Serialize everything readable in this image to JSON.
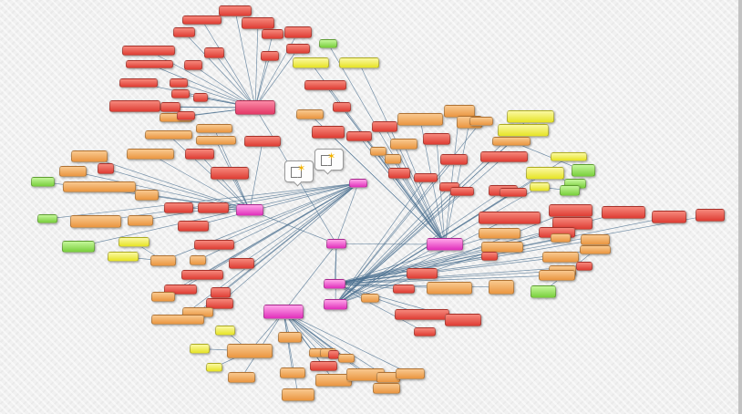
{
  "nodes": [
    {
      "id": "root",
      "cls": "p",
      "text": ""
    },
    {
      "id": "n1",
      "cls": "rp",
      "text": ""
    },
    {
      "id": "n2",
      "cls": "p",
      "text": ""
    },
    {
      "id": "n3",
      "cls": "p",
      "text": ""
    },
    {
      "id": "n4",
      "cls": "p",
      "text": ""
    },
    {
      "id": "n5",
      "cls": "p",
      "text": ""
    },
    {
      "id": "n6",
      "cls": "p",
      "text": ""
    },
    {
      "id": "n7",
      "cls": "p",
      "text": ""
    },
    {
      "id": "a1",
      "cls": "r",
      "text": ""
    },
    {
      "id": "a2",
      "cls": "r",
      "text": ""
    },
    {
      "id": "a3",
      "cls": "r",
      "text": ""
    },
    {
      "id": "a4",
      "cls": "r",
      "text": ""
    },
    {
      "id": "a5",
      "cls": "r",
      "text": ""
    },
    {
      "id": "a6",
      "cls": "r",
      "text": ""
    },
    {
      "id": "a7",
      "cls": "r",
      "text": ""
    },
    {
      "id": "a8",
      "cls": "r",
      "text": ""
    },
    {
      "id": "a9",
      "cls": "r",
      "text": ""
    },
    {
      "id": "a10",
      "cls": "r",
      "text": ""
    },
    {
      "id": "a11",
      "cls": "r",
      "text": ""
    },
    {
      "id": "a12",
      "cls": "r",
      "text": ""
    },
    {
      "id": "a13",
      "cls": "r",
      "text": ""
    },
    {
      "id": "a14",
      "cls": "r",
      "text": ""
    },
    {
      "id": "a15",
      "cls": "r",
      "text": ""
    },
    {
      "id": "a16",
      "cls": "r",
      "text": ""
    },
    {
      "id": "a17",
      "cls": "r",
      "text": ""
    },
    {
      "id": "a18",
      "cls": "r",
      "text": ""
    },
    {
      "id": "a19",
      "cls": "o",
      "text": ""
    },
    {
      "id": "a20",
      "cls": "r",
      "text": ""
    },
    {
      "id": "b1",
      "cls": "o",
      "text": ""
    },
    {
      "id": "b2",
      "cls": "o",
      "text": ""
    },
    {
      "id": "b3",
      "cls": "o",
      "text": ""
    },
    {
      "id": "b4",
      "cls": "r",
      "text": ""
    },
    {
      "id": "b5",
      "cls": "r",
      "text": ""
    },
    {
      "id": "b6",
      "cls": "o",
      "text": ""
    },
    {
      "id": "b7",
      "cls": "r",
      "text": ""
    },
    {
      "id": "b8",
      "cls": "o",
      "text": ""
    },
    {
      "id": "b9",
      "cls": "r",
      "text": ""
    },
    {
      "id": "b10",
      "cls": "g",
      "text": ""
    },
    {
      "id": "b11",
      "cls": "o",
      "text": ""
    },
    {
      "id": "b12",
      "cls": "o",
      "text": ""
    },
    {
      "id": "b13",
      "cls": "o",
      "text": ""
    },
    {
      "id": "b14",
      "cls": "r",
      "text": ""
    },
    {
      "id": "b15",
      "cls": "r",
      "text": ""
    },
    {
      "id": "c1",
      "cls": "g",
      "text": ""
    },
    {
      "id": "c2",
      "cls": "o",
      "text": ""
    },
    {
      "id": "c3",
      "cls": "o",
      "text": ""
    },
    {
      "id": "c4",
      "cls": "r",
      "text": ""
    },
    {
      "id": "c5",
      "cls": "r",
      "text": ""
    },
    {
      "id": "c6",
      "cls": "g",
      "text": ""
    },
    {
      "id": "c7",
      "cls": "y",
      "text": ""
    },
    {
      "id": "c8",
      "cls": "y",
      "text": ""
    },
    {
      "id": "c9",
      "cls": "o",
      "text": ""
    },
    {
      "id": "c10",
      "cls": "o",
      "text": ""
    },
    {
      "id": "c11",
      "cls": "r",
      "text": ""
    },
    {
      "id": "c12",
      "cls": "r",
      "text": ""
    },
    {
      "id": "c13",
      "cls": "r",
      "text": ""
    },
    {
      "id": "c14",
      "cls": "o",
      "text": ""
    },
    {
      "id": "c15",
      "cls": "r",
      "text": ""
    },
    {
      "id": "c16",
      "cls": "r",
      "text": ""
    },
    {
      "id": "c17",
      "cls": "o",
      "text": ""
    },
    {
      "id": "c18",
      "cls": "o",
      "text": ""
    },
    {
      "id": "d1",
      "cls": "o",
      "text": ""
    },
    {
      "id": "d2",
      "cls": "y",
      "text": ""
    },
    {
      "id": "d3",
      "cls": "y",
      "text": ""
    },
    {
      "id": "d4",
      "cls": "y",
      "text": ""
    },
    {
      "id": "d5",
      "cls": "o",
      "text": ""
    },
    {
      "id": "d6",
      "cls": "o",
      "text": ""
    },
    {
      "id": "d7",
      "cls": "o",
      "text": ""
    },
    {
      "id": "d8",
      "cls": "o",
      "text": ""
    },
    {
      "id": "d9",
      "cls": "r",
      "text": ""
    },
    {
      "id": "d10",
      "cls": "o",
      "text": ""
    },
    {
      "id": "d11",
      "cls": "o",
      "text": ""
    },
    {
      "id": "d12",
      "cls": "o",
      "text": ""
    },
    {
      "id": "d13",
      "cls": "r",
      "text": ""
    },
    {
      "id": "d14",
      "cls": "o",
      "text": ""
    },
    {
      "id": "d15",
      "cls": "o",
      "text": ""
    },
    {
      "id": "d16",
      "cls": "o",
      "text": ""
    },
    {
      "id": "d17",
      "cls": "o",
      "text": ""
    },
    {
      "id": "d18",
      "cls": "o",
      "text": ""
    },
    {
      "id": "e1",
      "cls": "g",
      "text": ""
    },
    {
      "id": "e2",
      "cls": "y",
      "text": ""
    },
    {
      "id": "e3",
      "cls": "y",
      "text": ""
    },
    {
      "id": "e4",
      "cls": "r",
      "text": ""
    },
    {
      "id": "e5",
      "cls": "o",
      "text": ""
    },
    {
      "id": "e6",
      "cls": "r",
      "text": ""
    },
    {
      "id": "e7",
      "cls": "r",
      "text": ""
    },
    {
      "id": "e8",
      "cls": "r",
      "text": ""
    },
    {
      "id": "e9",
      "cls": "r",
      "text": ""
    },
    {
      "id": "e10",
      "cls": "o",
      "text": ""
    },
    {
      "id": "e11",
      "cls": "o",
      "text": ""
    },
    {
      "id": "e12",
      "cls": "o",
      "text": ""
    },
    {
      "id": "e13",
      "cls": "r",
      "text": ""
    },
    {
      "id": "e14",
      "cls": "o",
      "text": ""
    },
    {
      "id": "e15",
      "cls": "o",
      "text": ""
    },
    {
      "id": "e16",
      "cls": "r",
      "text": ""
    },
    {
      "id": "e17",
      "cls": "o",
      "text": ""
    },
    {
      "id": "f1",
      "cls": "y",
      "text": ""
    },
    {
      "id": "f2",
      "cls": "y",
      "text": ""
    },
    {
      "id": "f3",
      "cls": "o",
      "text": ""
    },
    {
      "id": "f4",
      "cls": "o",
      "text": ""
    },
    {
      "id": "f5",
      "cls": "g",
      "text": ""
    },
    {
      "id": "f6",
      "cls": "r",
      "text": ""
    },
    {
      "id": "f7",
      "cls": "r",
      "text": ""
    },
    {
      "id": "f8",
      "cls": "r",
      "text": ""
    },
    {
      "id": "f9",
      "cls": "r",
      "text": ""
    },
    {
      "id": "f10",
      "cls": "r",
      "text": ""
    },
    {
      "id": "f11",
      "cls": "y",
      "text": ""
    },
    {
      "id": "f12",
      "cls": "y",
      "text": ""
    },
    {
      "id": "f13",
      "cls": "g",
      "text": ""
    },
    {
      "id": "f14",
      "cls": "r",
      "text": ""
    },
    {
      "id": "f15",
      "cls": "r",
      "text": ""
    },
    {
      "id": "f16",
      "cls": "g",
      "text": ""
    },
    {
      "id": "f17",
      "cls": "y",
      "text": ""
    },
    {
      "id": "f18",
      "cls": "r",
      "text": ""
    },
    {
      "id": "f19",
      "cls": "r",
      "text": ""
    },
    {
      "id": "f20",
      "cls": "r",
      "text": ""
    },
    {
      "id": "g1",
      "cls": "r",
      "text": ""
    },
    {
      "id": "g2",
      "cls": "r",
      "text": ""
    },
    {
      "id": "g3",
      "cls": "r",
      "text": ""
    },
    {
      "id": "g4",
      "cls": "o",
      "text": ""
    },
    {
      "id": "g5",
      "cls": "o",
      "text": ""
    },
    {
      "id": "g6",
      "cls": "r",
      "text": ""
    },
    {
      "id": "g7",
      "cls": "o",
      "text": ""
    },
    {
      "id": "g8",
      "cls": "o",
      "text": ""
    },
    {
      "id": "g9",
      "cls": "o",
      "text": ""
    },
    {
      "id": "g10",
      "cls": "o",
      "text": ""
    },
    {
      "id": "g11",
      "cls": "o",
      "text": ""
    },
    {
      "id": "g12",
      "cls": "g",
      "text": ""
    },
    {
      "id": "g13",
      "cls": "r",
      "text": ""
    },
    {
      "id": "g14",
      "cls": "o",
      "text": ""
    },
    {
      "id": "g15",
      "cls": "r",
      "text": ""
    },
    {
      "id": "g16",
      "cls": "o",
      "text": ""
    },
    {
      "id": "g17",
      "cls": "r",
      "text": ""
    },
    {
      "id": "g18",
      "cls": "o",
      "text": ""
    },
    {
      "id": "g19",
      "cls": "o",
      "text": ""
    },
    {
      "id": "g20",
      "cls": "r",
      "text": ""
    },
    {
      "id": "g21",
      "cls": "r",
      "text": ""
    },
    {
      "id": "g22",
      "cls": "r",
      "text": ""
    },
    {
      "id": "g23",
      "cls": "r",
      "text": ""
    }
  ],
  "edges": [
    [
      "root",
      "n1"
    ],
    [
      "root",
      "n2"
    ],
    [
      "root",
      "n3"
    ],
    [
      "root",
      "n4"
    ],
    [
      "root",
      "n5"
    ],
    [
      "root",
      "n6"
    ],
    [
      "root",
      "n7"
    ],
    [
      "n1",
      "a1"
    ],
    [
      "n1",
      "a2"
    ],
    [
      "n1",
      "a3"
    ],
    [
      "n1",
      "a4"
    ],
    [
      "n1",
      "a5"
    ],
    [
      "n1",
      "a6"
    ],
    [
      "n1",
      "a7"
    ],
    [
      "n1",
      "a8"
    ],
    [
      "n1",
      "a9"
    ],
    [
      "n1",
      "a10"
    ],
    [
      "n1",
      "a11"
    ],
    [
      "n1",
      "a12"
    ],
    [
      "n1",
      "a13"
    ],
    [
      "n1",
      "a14"
    ],
    [
      "n1",
      "a15"
    ],
    [
      "n1",
      "a16"
    ],
    [
      "n1",
      "a17"
    ],
    [
      "n1",
      "a18"
    ],
    [
      "n1",
      "a19"
    ],
    [
      "n1",
      "a20"
    ],
    [
      "n2",
      "b1"
    ],
    [
      "n2",
      "b2"
    ],
    [
      "n2",
      "b3"
    ],
    [
      "n2",
      "b4"
    ],
    [
      "n2",
      "b5"
    ],
    [
      "n2",
      "b6"
    ],
    [
      "n2",
      "b7"
    ],
    [
      "n2",
      "b8"
    ],
    [
      "n2",
      "b9"
    ],
    [
      "n2",
      "b11"
    ],
    [
      "n2",
      "b12"
    ],
    [
      "n2",
      "b13"
    ],
    [
      "n2",
      "b14"
    ],
    [
      "n2",
      "b15"
    ],
    [
      "b13",
      "b10"
    ],
    [
      "n3",
      "c1"
    ],
    [
      "n3",
      "c2"
    ],
    [
      "n3",
      "c3"
    ],
    [
      "n3",
      "c4"
    ],
    [
      "n3",
      "c5"
    ],
    [
      "n3",
      "c6"
    ],
    [
      "n3",
      "c9"
    ],
    [
      "n3",
      "c10"
    ],
    [
      "n3",
      "c11"
    ],
    [
      "n3",
      "c12"
    ],
    [
      "n3",
      "c13"
    ],
    [
      "n3",
      "c14"
    ],
    [
      "n3",
      "c15"
    ],
    [
      "n3",
      "c16"
    ],
    [
      "n3",
      "c17"
    ],
    [
      "n3",
      "c18"
    ],
    [
      "c9",
      "c7"
    ],
    [
      "c9",
      "c8"
    ],
    [
      "n4",
      "d1"
    ],
    [
      "n4",
      "d5"
    ],
    [
      "n4",
      "d6"
    ],
    [
      "n4",
      "d7"
    ],
    [
      "n4",
      "d8"
    ],
    [
      "n4",
      "d9"
    ],
    [
      "n4",
      "d10"
    ],
    [
      "n4",
      "d11"
    ],
    [
      "n4",
      "d12"
    ],
    [
      "n4",
      "d13"
    ],
    [
      "n4",
      "d14"
    ],
    [
      "n4",
      "d15"
    ],
    [
      "n4",
      "d16"
    ],
    [
      "n4",
      "d17"
    ],
    [
      "n4",
      "d18"
    ],
    [
      "d1",
      "d2"
    ],
    [
      "d1",
      "d3"
    ],
    [
      "d1",
      "d4"
    ],
    [
      "n5",
      "e1"
    ],
    [
      "n5",
      "e2"
    ],
    [
      "n5",
      "e3"
    ],
    [
      "n5",
      "e4"
    ],
    [
      "n5",
      "e5"
    ],
    [
      "n5",
      "e6"
    ],
    [
      "n5",
      "e7"
    ],
    [
      "n5",
      "e8"
    ],
    [
      "n5",
      "e9"
    ],
    [
      "n5",
      "e10"
    ],
    [
      "n5",
      "e11"
    ],
    [
      "n5",
      "e12"
    ],
    [
      "n5",
      "e13"
    ],
    [
      "n5",
      "e14"
    ],
    [
      "n5",
      "e15"
    ],
    [
      "n5",
      "e16"
    ],
    [
      "n5",
      "e17"
    ],
    [
      "n6",
      "f1"
    ],
    [
      "n6",
      "f2"
    ],
    [
      "n6",
      "f3"
    ],
    [
      "n6",
      "f4"
    ],
    [
      "n6",
      "f6"
    ],
    [
      "n6",
      "f7"
    ],
    [
      "n6",
      "f8"
    ],
    [
      "n6",
      "f9"
    ],
    [
      "n6",
      "f10"
    ],
    [
      "n6",
      "f11"
    ],
    [
      "n6",
      "f12"
    ],
    [
      "n6",
      "f14"
    ],
    [
      "n6",
      "f15"
    ],
    [
      "n6",
      "f17"
    ],
    [
      "n6",
      "f18"
    ],
    [
      "n6",
      "f19"
    ],
    [
      "n6",
      "f20"
    ],
    [
      "f4",
      "f5"
    ],
    [
      "f12",
      "f13"
    ],
    [
      "f17",
      "f16"
    ],
    [
      "n7",
      "g1"
    ],
    [
      "n7",
      "g2"
    ],
    [
      "n7",
      "g3"
    ],
    [
      "n7",
      "g4"
    ],
    [
      "n7",
      "g5"
    ],
    [
      "n7",
      "g6"
    ],
    [
      "n7",
      "g7"
    ],
    [
      "n7",
      "g8"
    ],
    [
      "n7",
      "g9"
    ],
    [
      "n7",
      "g10"
    ],
    [
      "n7",
      "g11"
    ],
    [
      "n7",
      "g13"
    ],
    [
      "n7",
      "g14"
    ],
    [
      "n7",
      "g15"
    ],
    [
      "n7",
      "g16"
    ],
    [
      "n7",
      "g17"
    ],
    [
      "n7",
      "g18"
    ],
    [
      "n7",
      "g19"
    ],
    [
      "n7",
      "g20"
    ],
    [
      "n7",
      "g21"
    ],
    [
      "n7",
      "g22"
    ],
    [
      "n7",
      "g23"
    ],
    [
      "g11",
      "g12"
    ]
  ]
}
